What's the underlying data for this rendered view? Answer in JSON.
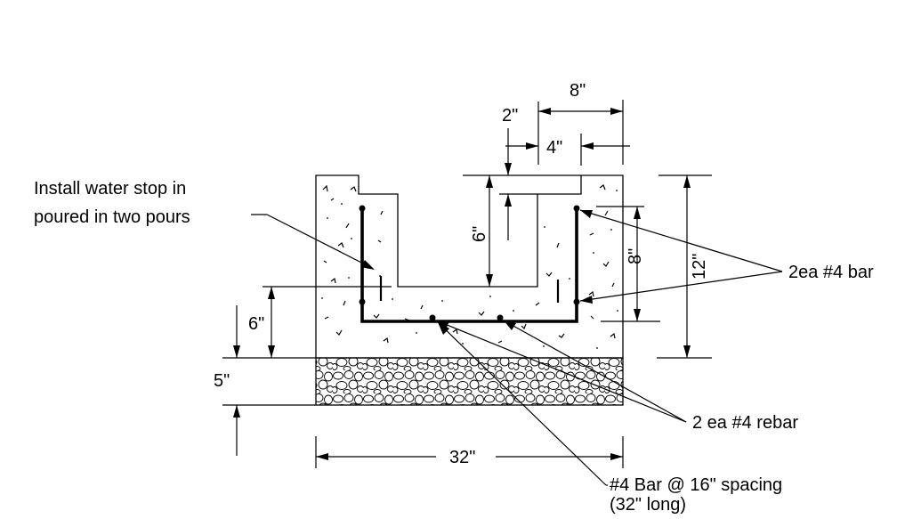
{
  "notes": {
    "water_stop": [
      "Install water stop in",
      "poured in two pours"
    ],
    "bars_2ea": "2ea #4 bar",
    "rebar_2ea": "2 ea #4 rebar",
    "bar_spacing": [
      "#4 Bar @ 16\" spacing",
      "(32\" long)"
    ]
  },
  "dimensions": {
    "top_total": "8\"",
    "top_gap": "2\"",
    "top_opening": "4\"",
    "slot_depth": "6\"",
    "inner_height": "8\"",
    "total_height": "12\"",
    "base_height": "6\"",
    "gravel_depth": "5\"",
    "total_width": "32\""
  }
}
